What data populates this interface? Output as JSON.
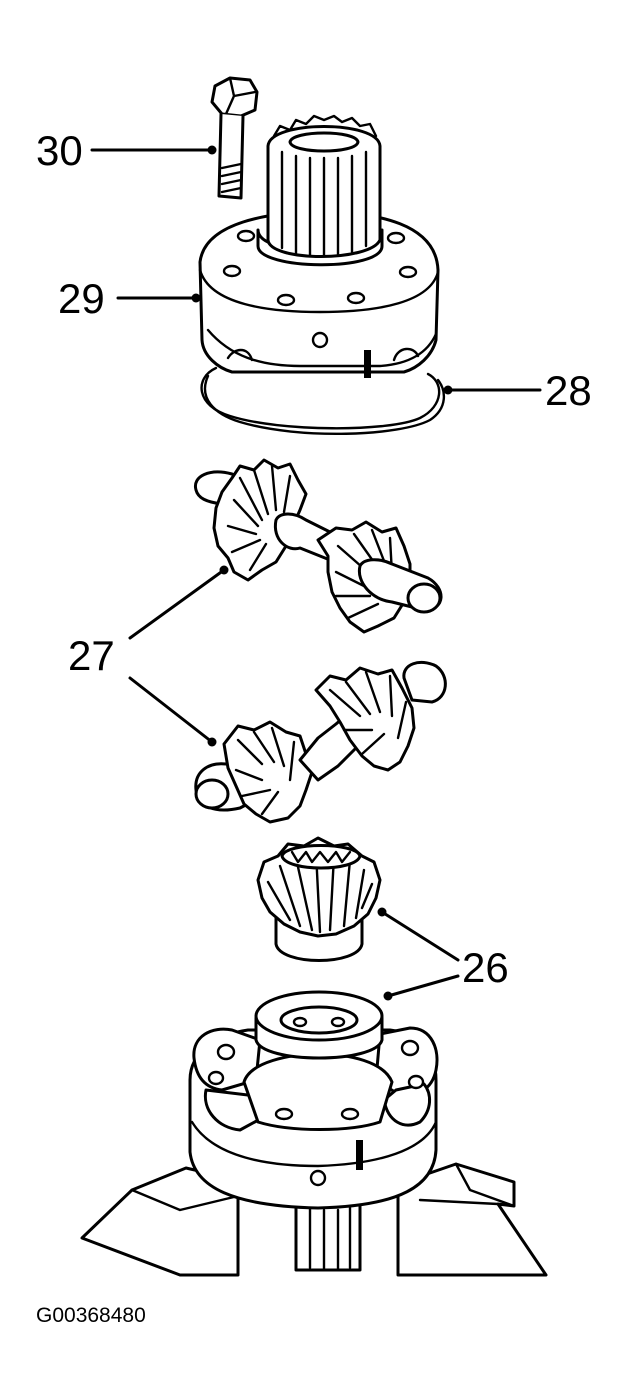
{
  "callouts": {
    "c30": "30",
    "c29": "29",
    "c28": "28",
    "c27": "27",
    "c26": "26"
  },
  "figure_id": "G00368480"
}
